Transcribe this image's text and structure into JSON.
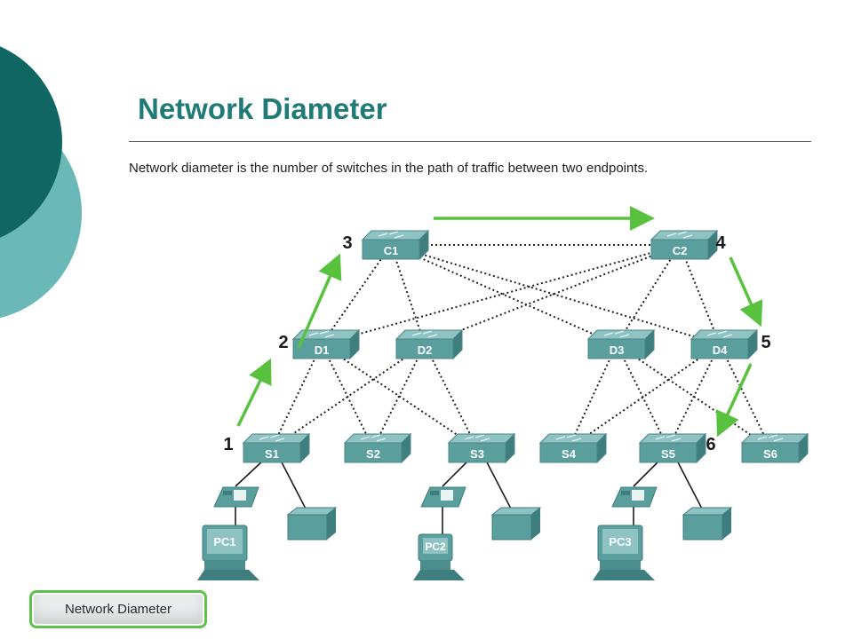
{
  "slide": {
    "title": "Network Diameter",
    "description": "Network diameter is the number of switches in the path of traffic between two endpoints.",
    "button_label": "Network Diameter"
  },
  "diagram": {
    "switches": {
      "core": [
        "C1",
        "C2"
      ],
      "distribution": [
        "D1",
        "D2",
        "D3",
        "D4"
      ],
      "access": [
        "S1",
        "S2",
        "S3",
        "S4",
        "S5",
        "S6"
      ]
    },
    "hosts": [
      "PC1",
      "PC2",
      "PC3"
    ],
    "hop_labels": [
      "1",
      "2",
      "3",
      "4",
      "5",
      "6"
    ],
    "path": [
      "S1",
      "D1",
      "C1",
      "C2",
      "D4",
      "S5"
    ]
  },
  "colors": {
    "title": "#1f7a78",
    "circle_dark": "#0f6662",
    "circle_light": "#6bb8b8",
    "path_arrow": "#58c23e",
    "device": "#5a9e9e",
    "button_border": "#5ec14a"
  }
}
